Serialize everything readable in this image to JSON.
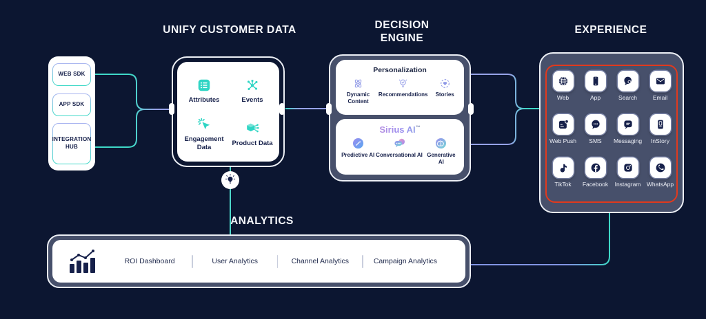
{
  "colors": {
    "background": "#0C1631",
    "container_slate": "#47506B",
    "white": "#FFFFFF",
    "navy_text": "#16204A",
    "teal_line": "#3FD9C8",
    "lavender_line": "#97A3E8",
    "red_border": "#E2391D",
    "periwinkle_icon": "#8D97E6",
    "teal_icon": "#2FD5C4",
    "sirius_gradient": [
      "#F09AC6",
      "#9B8CEF",
      "#74D9D6"
    ]
  },
  "headings": {
    "unify": "UNIFY CUSTOMER DATA",
    "decision_line1": "DECISION",
    "decision_line2": "ENGINE",
    "experience": "EXPERIENCE",
    "analytics": "ANALYTICS"
  },
  "sources": {
    "items": [
      {
        "label": "WEB SDK"
      },
      {
        "label": "APP SDK"
      },
      {
        "label": "INTEGRATION HUB"
      }
    ]
  },
  "unify": {
    "items": [
      {
        "label": "Attributes",
        "icon": "attributes-list-icon"
      },
      {
        "label": "Events",
        "icon": "events-network-icon"
      },
      {
        "label": "Engagement Data",
        "icon": "engagement-click-icon"
      },
      {
        "label": "Product Data",
        "icon": "product-cube-icon"
      }
    ]
  },
  "decision": {
    "personalization": {
      "title": "Personalization",
      "items": [
        {
          "label": "Dynamic Content",
          "icon": "atom-icon"
        },
        {
          "label": "Recommendations",
          "icon": "lightbulb-check-icon"
        },
        {
          "label": "Stories",
          "icon": "story-heart-icon"
        }
      ]
    },
    "sirius": {
      "title": "Sirius AI",
      "trademark": "™",
      "items": [
        {
          "label": "Predictive AI",
          "icon": "predictive-wand-icon"
        },
        {
          "label": "Conversational AI",
          "icon": "chat-bubbles-icon"
        },
        {
          "label": "Generative AI",
          "icon": "brain-icon"
        }
      ]
    }
  },
  "experience": {
    "channels": [
      {
        "label": "Web",
        "icon": "globe-icon"
      },
      {
        "label": "App",
        "icon": "smartphone-icon"
      },
      {
        "label": "Search",
        "icon": "search-bubble-icon"
      },
      {
        "label": "Email",
        "icon": "envelope-icon"
      },
      {
        "label": "Web Push",
        "icon": "browser-notification-icon"
      },
      {
        "label": "SMS",
        "icon": "sms-bubble-icon"
      },
      {
        "label": "Messaging",
        "icon": "messaging-bubble-icon"
      },
      {
        "label": "InStory",
        "icon": "phone-story-icon"
      },
      {
        "label": "TikTok",
        "icon": "tiktok-note-icon"
      },
      {
        "label": "Facebook",
        "icon": "facebook-icon"
      },
      {
        "label": "Instagram",
        "icon": "instagram-icon"
      },
      {
        "label": "WhatsApp",
        "icon": "whatsapp-icon"
      }
    ]
  },
  "analytics": {
    "icon": "bar-chart-trend-icon",
    "items": [
      {
        "label": "ROI Dashboard"
      },
      {
        "label": "User Analytics"
      },
      {
        "label": "Channel Analytics"
      },
      {
        "label": "Campaign Analytics"
      }
    ]
  },
  "misc": {
    "connector_icon": "lightbulb-icon"
  }
}
